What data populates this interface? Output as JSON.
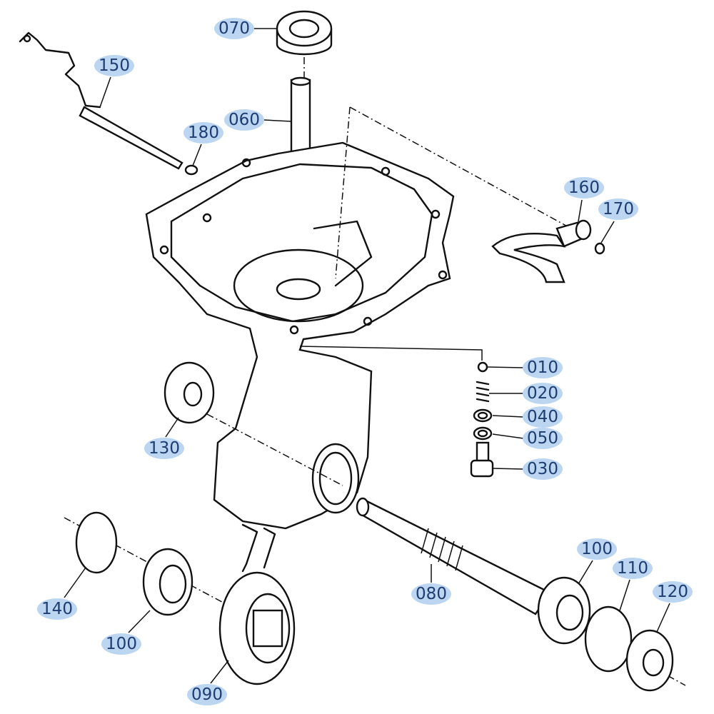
{
  "diagram": {
    "type": "exploded parts diagram",
    "label_color": "#bcd6f2",
    "label_text_color": "#1d3c70",
    "parts": [
      {
        "id": "p070",
        "number": "070"
      },
      {
        "id": "p150",
        "number": "150"
      },
      {
        "id": "p060",
        "number": "060"
      },
      {
        "id": "p180",
        "number": "180"
      },
      {
        "id": "p160",
        "number": "160"
      },
      {
        "id": "p170",
        "number": "170"
      },
      {
        "id": "p010",
        "number": "010"
      },
      {
        "id": "p020",
        "number": "020"
      },
      {
        "id": "p040",
        "number": "040"
      },
      {
        "id": "p050",
        "number": "050"
      },
      {
        "id": "p030",
        "number": "030"
      },
      {
        "id": "p130",
        "number": "130"
      },
      {
        "id": "p100a",
        "number": "100"
      },
      {
        "id": "p110",
        "number": "110"
      },
      {
        "id": "p120",
        "number": "120"
      },
      {
        "id": "p080",
        "number": "080"
      },
      {
        "id": "p140",
        "number": "140"
      },
      {
        "id": "p100b",
        "number": "100"
      },
      {
        "id": "p090",
        "number": "090"
      }
    ]
  }
}
